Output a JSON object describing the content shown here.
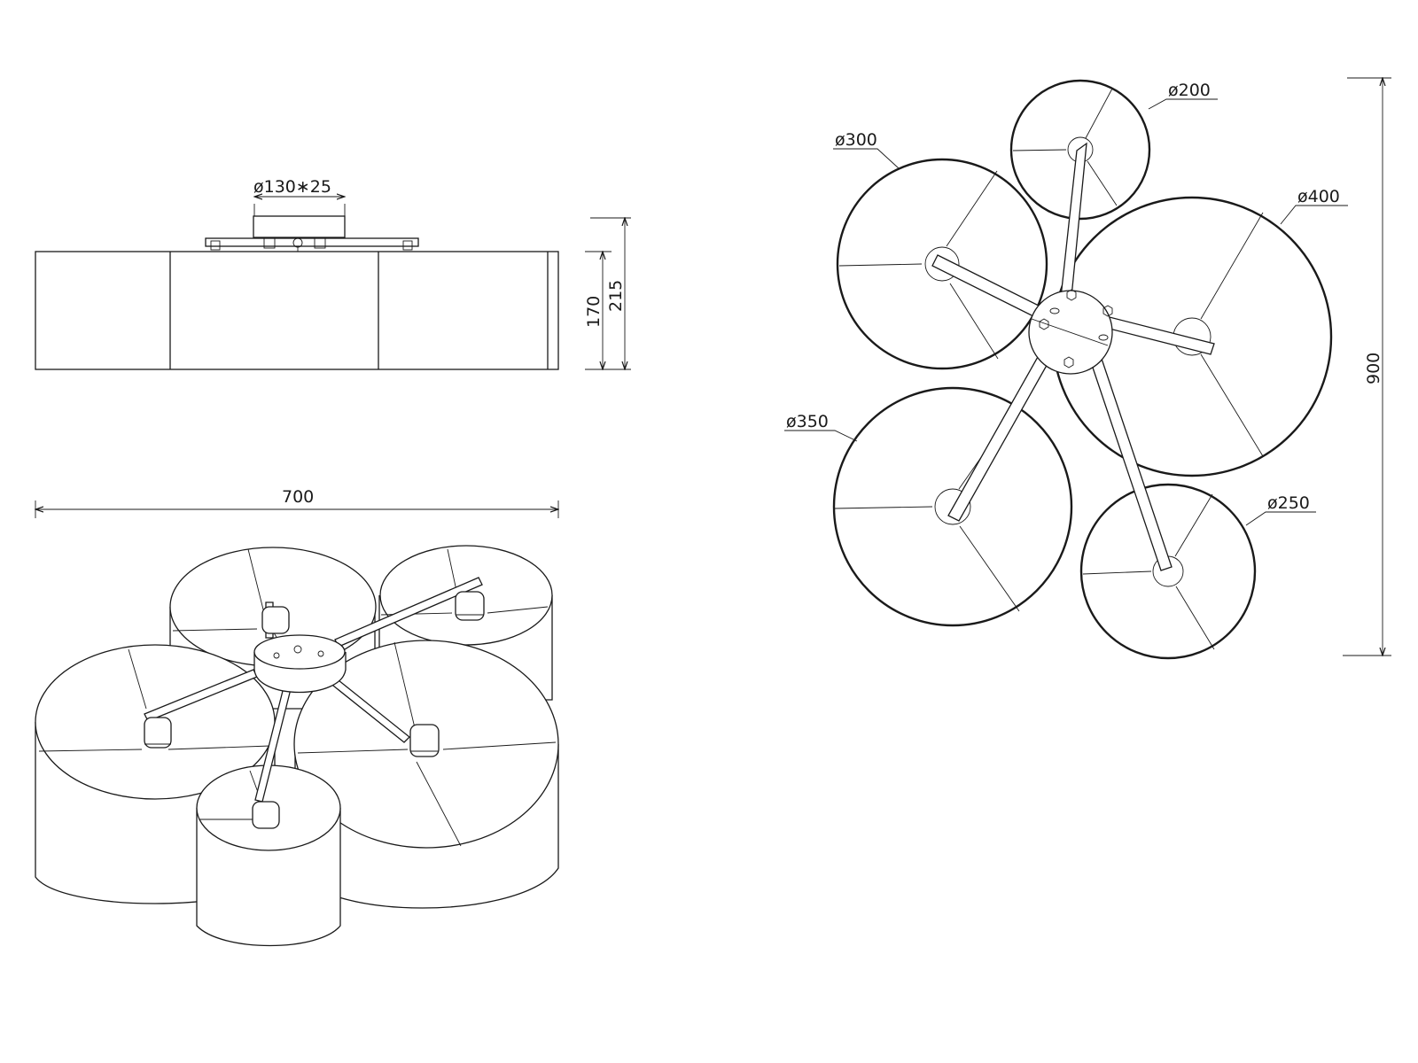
{
  "dimensions": {
    "canopy": "ø130∗25",
    "shade_height": "170",
    "total_height": "215",
    "width": "700",
    "overall": "900",
    "shade_200": "ø200",
    "shade_300": "ø300",
    "shade_400": "ø400",
    "shade_350": "ø350",
    "shade_250": "ø250"
  },
  "colors": {
    "line": "#1a1a1a",
    "background": "#ffffff"
  }
}
